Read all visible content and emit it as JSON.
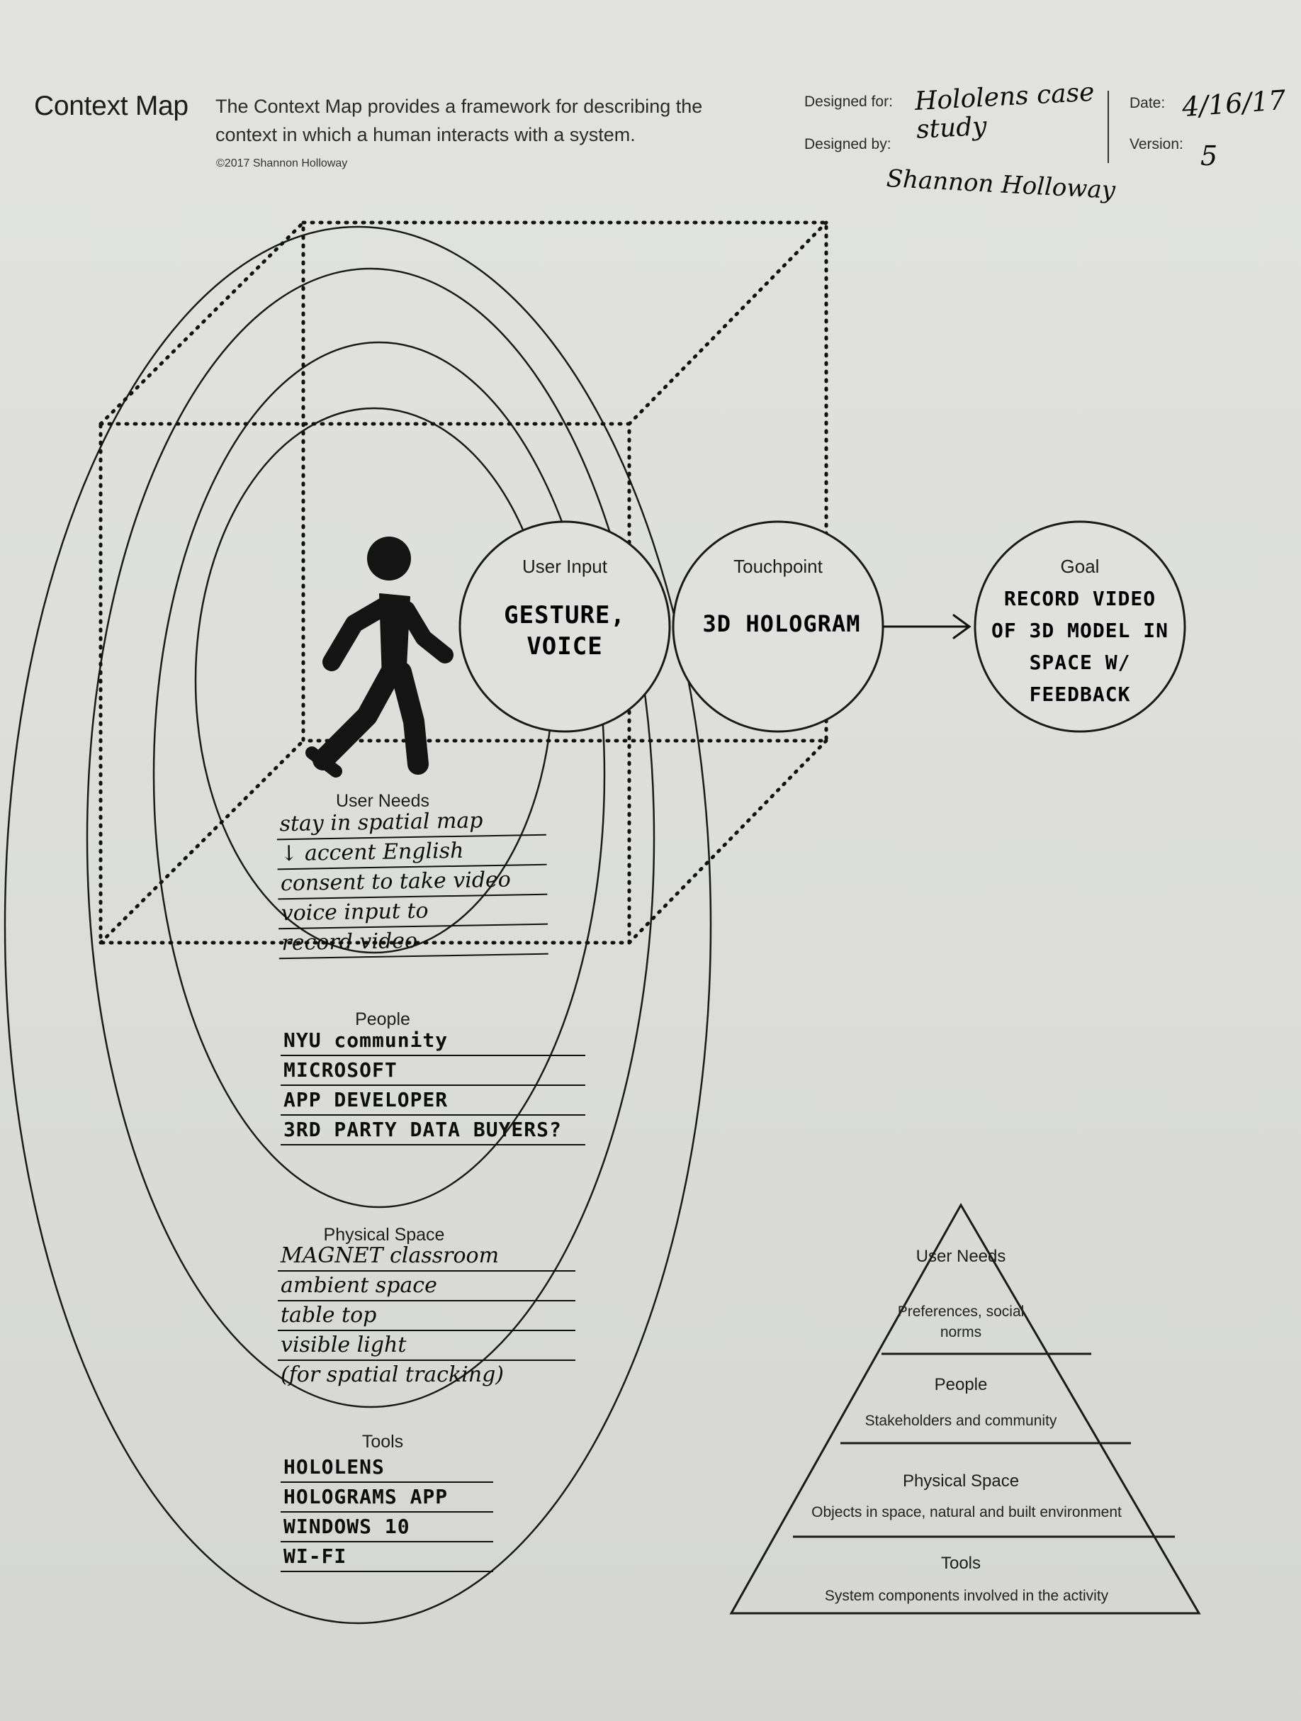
{
  "header": {
    "title": "Context Map",
    "description": "The Context Map provides a framework for describing the context in which a human interacts with a system.",
    "copyright": "©2017 Shannon Holloway",
    "designed_for_label": "Designed for:",
    "designed_by_label": "Designed by:",
    "date_label": "Date:",
    "version_label": "Version:",
    "designed_for_value": "Hololens case study",
    "designed_by_value": "Shannon Holloway",
    "date_value": "4/16/17",
    "version_value": "5"
  },
  "flow": {
    "user_input": {
      "label": "User Input",
      "value": "GESTURE, VOICE"
    },
    "touchpoint": {
      "label": "Touchpoint",
      "value": "3D HOLOGRAM"
    },
    "goal": {
      "label": "Goal",
      "value": "RECORD VIDEO OF 3D MODEL IN SPACE W/ FEEDBACK"
    }
  },
  "rings": {
    "user_needs": {
      "label": "User Needs",
      "items": [
        "stay in spatial map",
        "↓ accent English",
        "consent to take video",
        "voice input to",
        "record video"
      ]
    },
    "people": {
      "label": "People",
      "items": [
        "NYU community",
        "MICROSOFT",
        "APP DEVELOPER",
        "3RD PARTY DATA BUYERS?"
      ]
    },
    "physical_space": {
      "label": "Physical Space",
      "items": [
        "MAGNET classroom",
        "ambient space",
        "table top",
        "visible light",
        "(for spatial tracking)"
      ]
    },
    "tools": {
      "label": "Tools",
      "items": [
        "HOLOLENS",
        "HOLOGRAMS APP",
        "WINDOWS 10",
        "WI-FI"
      ]
    }
  },
  "legend": {
    "tiers": [
      {
        "title": "User Needs",
        "desc": "Preferences, social norms"
      },
      {
        "title": "People",
        "desc": "Stakeholders and community"
      },
      {
        "title": "Physical Space",
        "desc": "Objects in space, natural and built environment"
      },
      {
        "title": "Tools",
        "desc": "System components involved in the activity"
      }
    ]
  },
  "colors": {
    "ink": "#111111",
    "paper": "#dedfdd",
    "figure": "#141414"
  },
  "icons": {
    "person": "walking-person-icon",
    "arrow": "arrow-right-icon"
  }
}
